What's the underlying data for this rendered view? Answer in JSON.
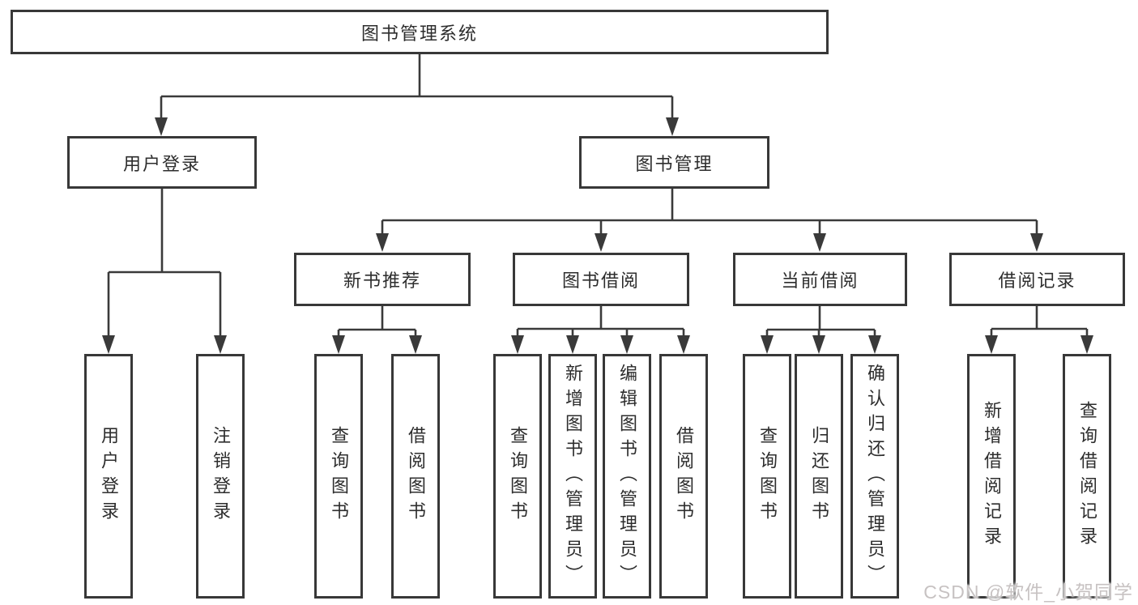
{
  "diagram": {
    "root": {
      "label": "图书管理系统"
    },
    "user_login": {
      "label": "用户登录",
      "children": [
        {
          "label": "用户登录"
        },
        {
          "label": "注销登录"
        }
      ]
    },
    "book_mgmt": {
      "label": "图书管理",
      "sections": [
        {
          "label": "新书推荐",
          "children": [
            {
              "label": "查询图书"
            },
            {
              "label": "借阅图书"
            }
          ]
        },
        {
          "label": "图书借阅",
          "children": [
            {
              "label": "查询图书"
            },
            {
              "label": "新增图书（管理员）"
            },
            {
              "label": "编辑图书（管理员）"
            },
            {
              "label": "借阅图书"
            }
          ]
        },
        {
          "label": "当前借阅",
          "children": [
            {
              "label": "查询图书"
            },
            {
              "label": "归还图书"
            },
            {
              "label": "确认归还（管理员）"
            }
          ]
        },
        {
          "label": "借阅记录",
          "children": [
            {
              "label": "新增借阅记录"
            },
            {
              "label": "查询借阅记录"
            }
          ]
        }
      ]
    }
  },
  "watermark": {
    "text": "CSDN @软件_小贺同学"
  },
  "colors": {
    "line": "#3a3a3a",
    "box_border": "#383838",
    "text": "#2d2d2d",
    "watermark": "#c7c2c2",
    "background": "#ffffff"
  }
}
